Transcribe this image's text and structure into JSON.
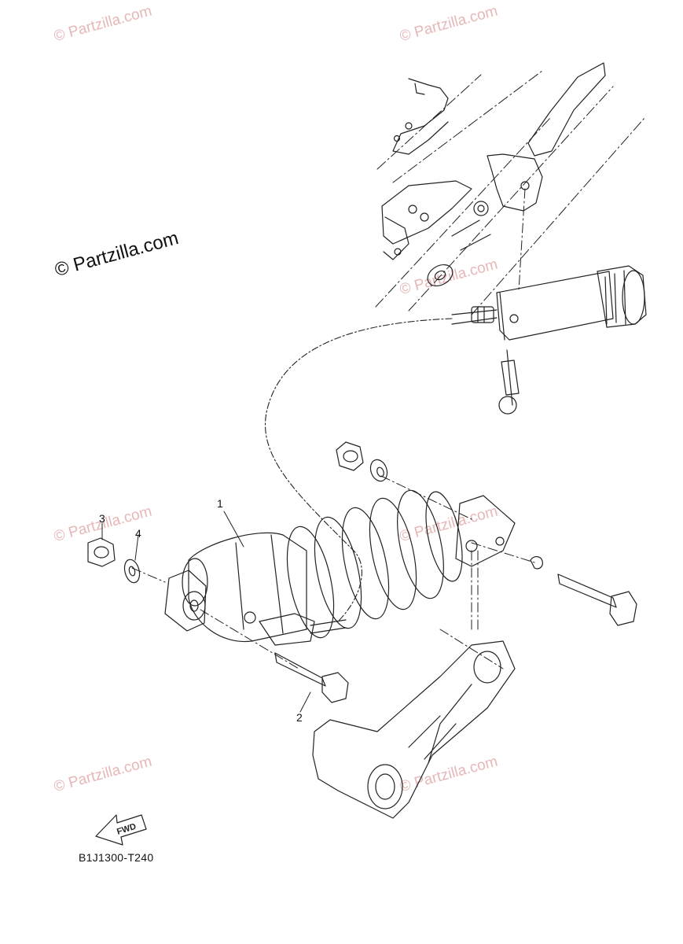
{
  "watermark": "© Partzilla.com",
  "brand_watermark": "© Partzilla.com",
  "callouts": [
    {
      "id": "1",
      "label": "1"
    },
    {
      "id": "2",
      "label": "2"
    },
    {
      "id": "3",
      "label": "3"
    },
    {
      "id": "4",
      "label": "4"
    }
  ],
  "fwd_label": "FWD",
  "diagram_code": "B1J1300-T240"
}
